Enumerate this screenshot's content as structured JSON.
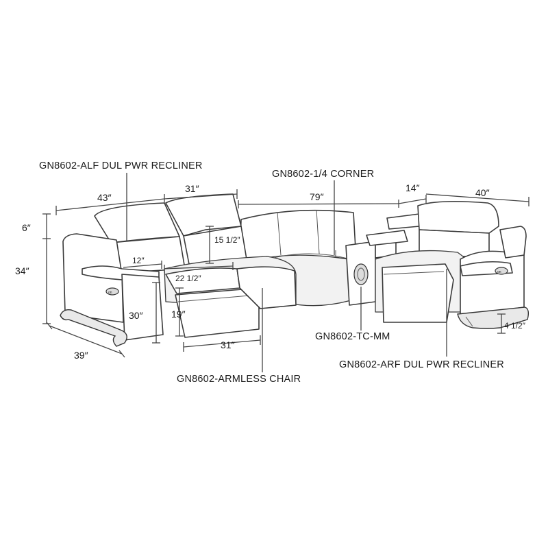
{
  "labels": {
    "alf": "GN8602-ALF DUL PWR RECLINER",
    "corner": "GN8602-1/4 CORNER",
    "tcmm": "GN8602-TC-MM",
    "arf": "GN8602-ARF DUL PWR RECLINER",
    "armless": "GN8602-ARMLESS CHAIR"
  },
  "dimensions": {
    "d43": "43″",
    "d31_top": "31″",
    "d79": "79″",
    "d14": "14″",
    "d40": "40″",
    "d6": "6″",
    "d34": "34″",
    "d39": "39″",
    "d12": "12″",
    "d15_5": "15 1/2″",
    "d22_5": "22 1/2″",
    "d30": "30″",
    "d19": "19″",
    "d31_bottom": "31″",
    "d4_5": "4 1/2″"
  },
  "icons": {
    "power_button": "power-button-icon",
    "cup_holder": "cup-holder-icon"
  }
}
